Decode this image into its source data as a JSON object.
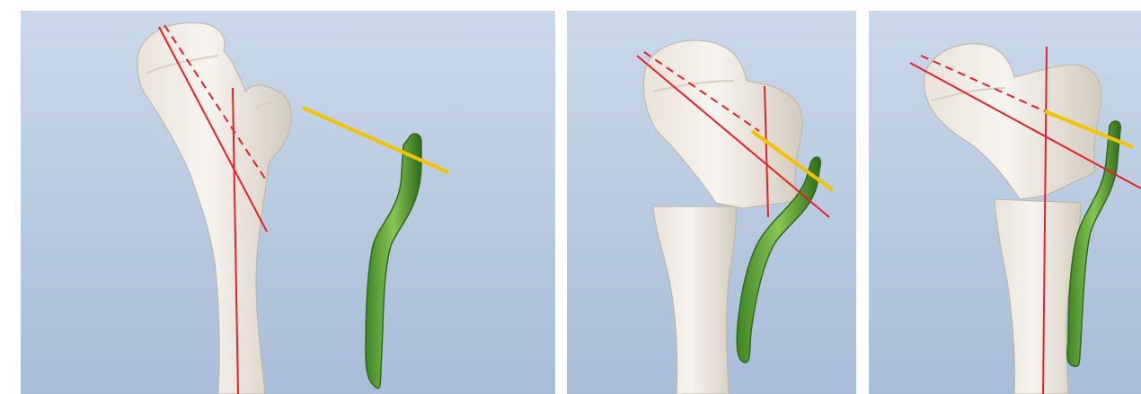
{
  "figure": {
    "panels": [
      {
        "id": "panel-1",
        "content": "femur-proximal-with-plate"
      },
      {
        "id": "panel-2",
        "content": "osteotomy-plate-inserted"
      },
      {
        "id": "panel-3",
        "content": "osteotomy-plate-fixed"
      }
    ]
  },
  "colors": {
    "background_top": "#c9d7ea",
    "background_bottom": "#a9bfd9",
    "bone_fill": "#f2eee7",
    "bone_shadow": "#c9c1b3",
    "reference_line": "#e8202a",
    "blade_line": "#f5c200",
    "plate_fill": "#6cb33e",
    "plate_dark": "#2f6a1b"
  },
  "icons": [
    "bone-illustration",
    "implant-plate",
    "reference-lines"
  ]
}
